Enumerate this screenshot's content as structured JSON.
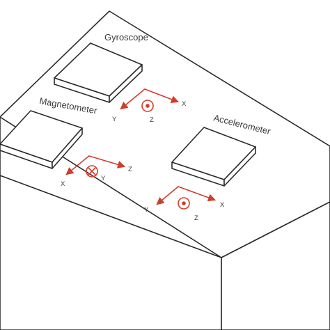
{
  "colors": {
    "outline": "#2b2b2b",
    "axis": "#d23c2a",
    "label": "#3a3a3a"
  },
  "sensors": {
    "gyroscope": {
      "label": "Gyroscope",
      "axes": {
        "x": "X",
        "y": "Y",
        "z": "Z"
      },
      "z_symbol": "dot-out-of-plane"
    },
    "magnetometer": {
      "label": "Magnetometer",
      "axes": {
        "x": "X",
        "y": "Y",
        "z": "Z"
      },
      "y_symbol": "cross-into-plane"
    },
    "accelerometer": {
      "label": "Accelerometer",
      "axes": {
        "x": "X",
        "y": "Y",
        "z": "Z"
      },
      "z_symbol": "dot-out-of-plane"
    }
  }
}
